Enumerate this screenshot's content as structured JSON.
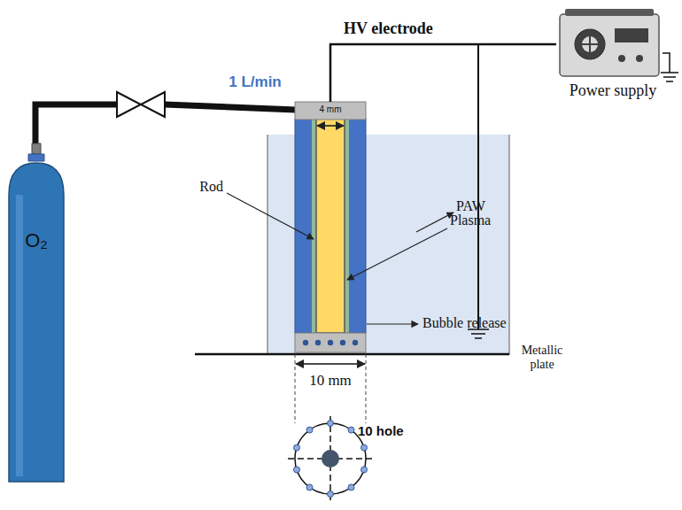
{
  "diagram": {
    "nodes": [
      {
        "text": [
          "O₂"
        ]
      },
      {
        "text": [
          "Power supply"
        ]
      }
    ],
    "labels": [
      "HV electrode",
      "1 L/min",
      "4 mm",
      "Rod",
      "PAW",
      "Plasma",
      "Bubble release",
      "10 mm",
      "10 hole",
      "Metallic plate"
    ]
  }
}
